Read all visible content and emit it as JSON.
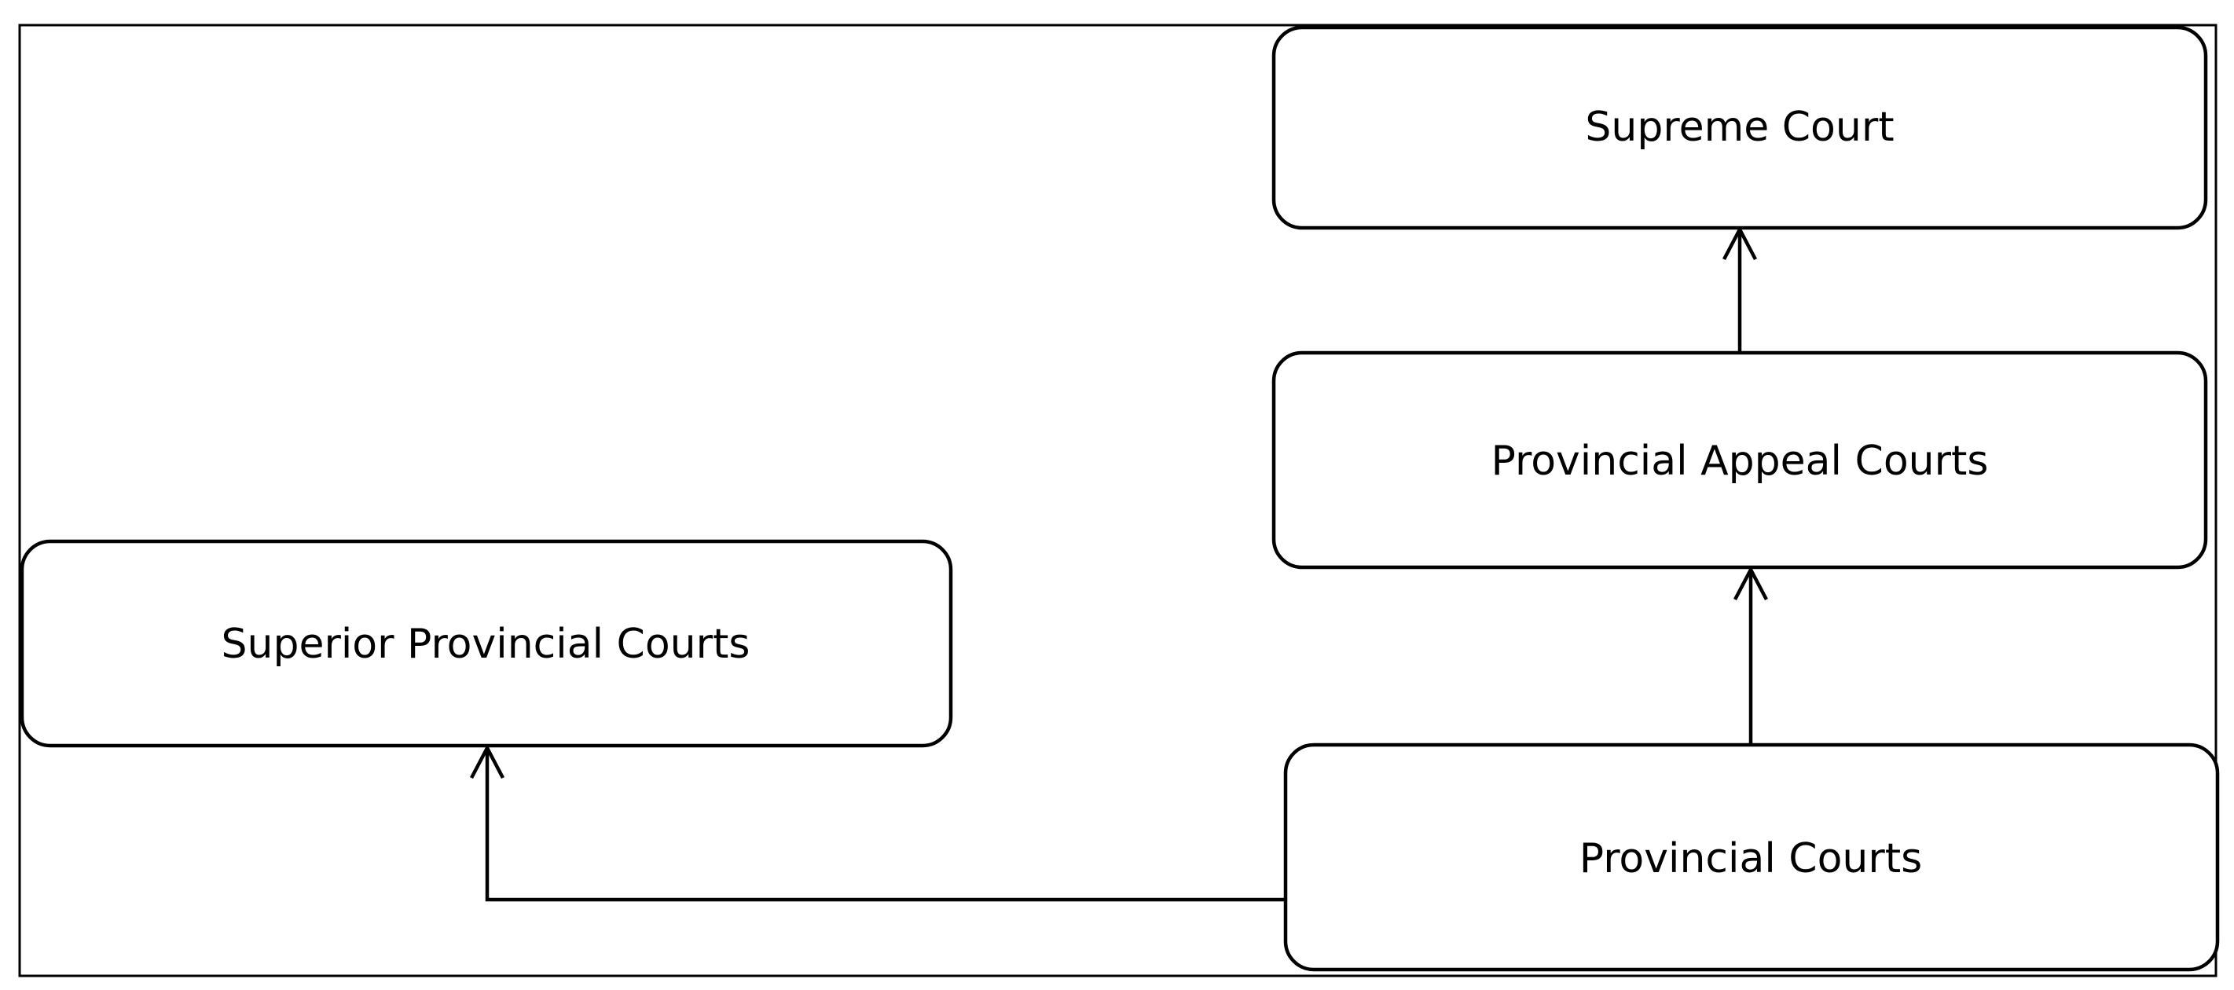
{
  "nodes": [
    {
      "id": "supreme-court",
      "label": "Supreme Court"
    },
    {
      "id": "provincial-appeal-courts",
      "label": "Provincial Appeal Courts"
    },
    {
      "id": "superior-provincial-courts",
      "label": "Superior Provincial Courts"
    },
    {
      "id": "provincial-courts",
      "label": "Provincial Courts"
    }
  ],
  "edges": [
    {
      "from": "provincial-courts",
      "to": "provincial-appeal-courts"
    },
    {
      "from": "provincial-appeal-courts",
      "to": "supreme-court"
    },
    {
      "from": "provincial-courts",
      "to": "superior-provincial-courts"
    }
  ]
}
